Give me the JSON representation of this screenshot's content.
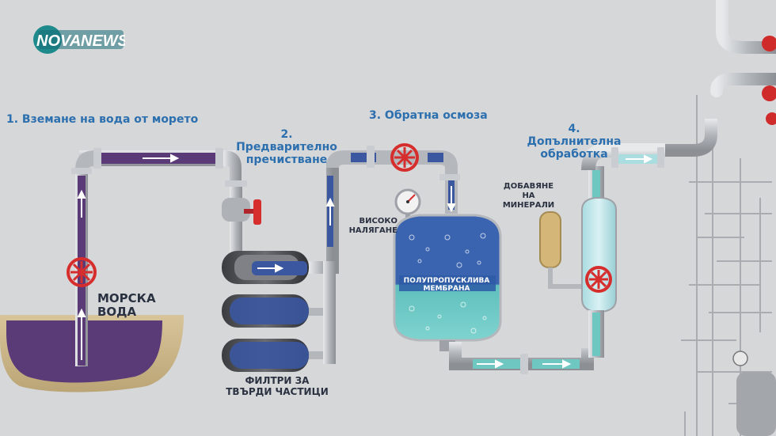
{
  "logo": {
    "nova": "NOVA",
    "news": "NEWS"
  },
  "steps": {
    "s1": "1. Вземане на вода от морето",
    "s2_l1": "2. Предварително",
    "s2_l2": "пречистване",
    "s3": "3. Обратна осмоза",
    "s4_l1": "4. Допълнителна",
    "s4_l2": "обработка"
  },
  "labels": {
    "sea_l1": "МОРСКА",
    "sea_l2": "ВОДА",
    "pressure_l1": "ВИСОКО",
    "pressure_l2": "НАЛЯГАНЕ",
    "membrane_l1": "ПОЛУПРОПУСКЛИВА",
    "membrane_l2": "МЕМБРАНА",
    "minerals_l1": "ДОБАВЯНЕ",
    "minerals_l2": "НА",
    "minerals_l3": "МИНЕРАЛИ",
    "filters_l1": "ФИЛТРИ ЗА",
    "filters_l2": "ТВЪРДИ ЧАСТИЦИ"
  },
  "colors": {
    "background": "#d6d7d9",
    "pipe": "#b4b8bd",
    "sea_water": "#5b3a78",
    "filtered_water": "#3a57a0",
    "clean_water": "#6fc7c2",
    "valve": "#d62d2d",
    "step_text": "#2c6fae"
  }
}
